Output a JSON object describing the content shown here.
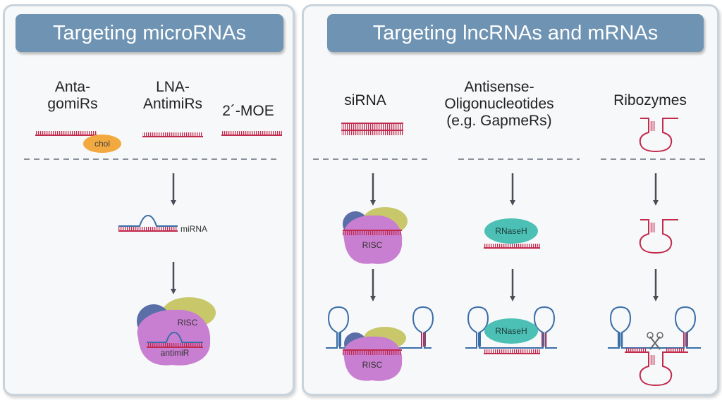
{
  "headers": {
    "microrna": "Targeting microRNAs",
    "lncrna": "Targeting lncRNAs and mRNAs"
  },
  "left": {
    "antagomirs": [
      "Anta-",
      "gomiRs"
    ],
    "lna": [
      "LNA-",
      "AntimiRs"
    ],
    "moe": "2´-MOE",
    "chol": "chol",
    "mirna": "miRNA",
    "risc": "RISC",
    "antimir": "antimiR"
  },
  "right": {
    "sirna": "siRNA",
    "aso": [
      "Antisense-",
      "Oligonucleotides",
      "(e.g. GapmeRs)"
    ],
    "ribozymes": "Ribozymes",
    "risc": "RISC",
    "rnaseh": "RNaseH"
  },
  "colors": {
    "strand_red": "#c22a4e",
    "strand_blue": "#3a6ea8",
    "purple": "#c97fd1",
    "olive": "#c8c86a",
    "navy": "#5a6fa8",
    "orange": "#f2a940",
    "teal": "#4cc0b5",
    "header": "#6f93b3",
    "arrow": "#4a4d57"
  }
}
